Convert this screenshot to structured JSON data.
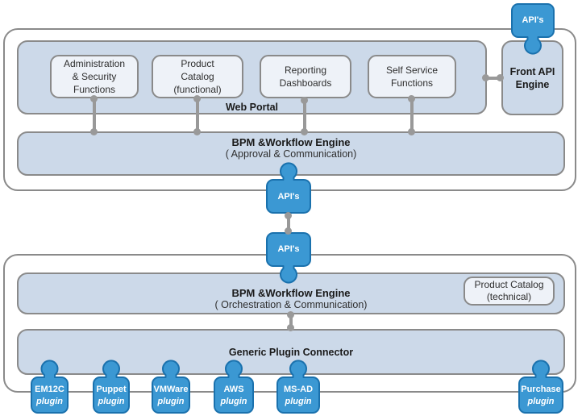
{
  "diagram": {
    "frontend": {
      "web_portal": {
        "label": "Web Portal",
        "boxes": [
          {
            "label": "Administration\n& Security\nFunctions"
          },
          {
            "label": "Product\nCatalog\n(functional)"
          },
          {
            "label": "Reporting\nDashboards"
          },
          {
            "label": "Self Service\nFunctions"
          }
        ]
      },
      "front_api_engine": {
        "label": "Front API\nEngine"
      },
      "bpm_workflow": {
        "title": "BPM &Workflow Engine",
        "subtitle": "( Approval & Communication)"
      }
    },
    "api_pieces": {
      "front": "API's",
      "upper": "API's",
      "lower": "API's"
    },
    "backend": {
      "bpm_workflow": {
        "title": "BPM &Workflow Engine",
        "subtitle": "( Orchestration & Communication)"
      },
      "product_catalog": {
        "label": "Product Catalog\n(technical)"
      },
      "generic_plugin_connector": {
        "label": "Generic Plugin Connector"
      },
      "plugins": [
        {
          "name": "EM12C",
          "type": "plugin"
        },
        {
          "name": "Puppet",
          "type": "plugin"
        },
        {
          "name": "VMWare",
          "type": "plugin"
        },
        {
          "name": "AWS",
          "type": "plugin"
        },
        {
          "name": "MS-AD",
          "type": "plugin"
        },
        {
          "name": "Purchase",
          "type": "plugin"
        }
      ]
    },
    "colors": {
      "puzzle_fill": "#3b98d3",
      "puzzle_border": "#1a71ad",
      "panel_fill": "#ccd9e9",
      "pale_box_fill": "#eef2f8",
      "outline_gray": "#8a8a8a",
      "connector_gray": "#999999"
    }
  }
}
